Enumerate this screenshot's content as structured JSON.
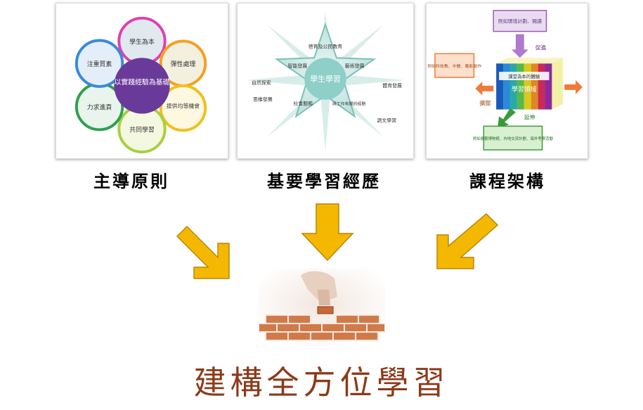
{
  "panels": [
    {
      "caption": "主導原則",
      "center": "以實踐經驗為基礎",
      "circles": [
        "學生為本",
        "彈性處理",
        "提供均等機會",
        "共同學習",
        "力求進貢",
        "注重質素"
      ],
      "colors": [
        "#e040b0",
        "#f4a020",
        "#f0c020",
        "#a8d040",
        "#30a050",
        "#3a8ad8"
      ]
    },
    {
      "caption": "基要學習經歷",
      "center": "學生學習",
      "labels": [
        "德育及公民教育",
        "智能發展",
        "藝術發展",
        "社會服務",
        "與工作有關的經驗",
        "體育發展",
        "自然探索",
        "思維發展",
        "語文學習"
      ]
    },
    {
      "caption": "課程架構",
      "top_box": "例如環境計劃、閱讀",
      "promote": "促進",
      "center_label": "學習領域",
      "center_top": "課堂為本的體驗",
      "left_box": "例如科技教、中醫、電影製作",
      "expand": "擴闊",
      "extend": "延伸",
      "bottom_box": "例如參觀博物館、內地交流計劃、海外考察活動"
    }
  ],
  "goal": "建構全方位學習",
  "arrow_color": "#f5b800"
}
